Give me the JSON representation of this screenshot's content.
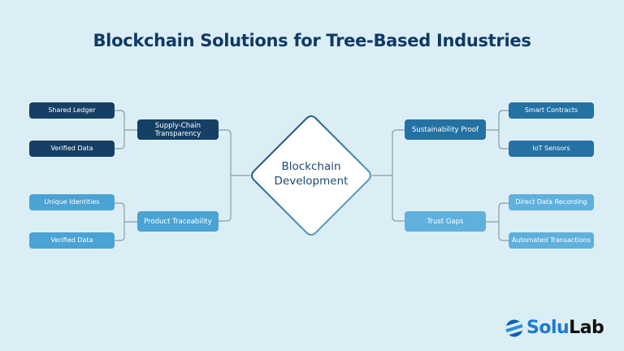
{
  "title": "Blockchain Solutions for Tree-Based Industries",
  "center": {
    "line1": "Blockchain",
    "line2": "Development"
  },
  "left": {
    "branches": [
      {
        "label_line1": "Supply-Chain",
        "label_line2": "Transparency",
        "children": [
          "Shared Ledger",
          "Verified Data"
        ]
      },
      {
        "label": "Product Traceability",
        "children": [
          "Unique Identities",
          "Verified Data"
        ]
      }
    ]
  },
  "right": {
    "branches": [
      {
        "label": "Sustainability Proof",
        "children": [
          "Smart Contracts",
          "IoT Sensors"
        ]
      },
      {
        "label": "Trust Gaps",
        "children": [
          "Direct Data Recording",
          "Automated Transactions"
        ]
      }
    ]
  },
  "logo": {
    "part1": "Solu",
    "part2": "Lab",
    "icon": "solulab-logo-icon"
  },
  "colors": {
    "background": "#dceef5",
    "title": "#0e3a66",
    "dark_node": "#163f66",
    "mid_node": "#2471a3",
    "light_node": "#4aa3d4",
    "connector": "#8a9ba8"
  }
}
